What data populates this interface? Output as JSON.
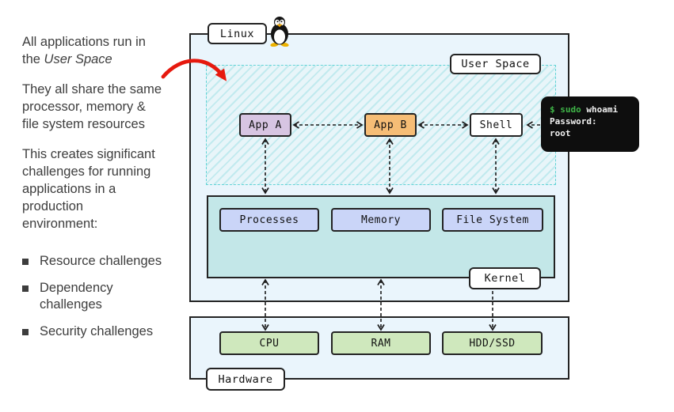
{
  "left_panel": {
    "para1": {
      "line1": "All applications run in",
      "line2_prefix": "the ",
      "line2_italic": "User Space"
    },
    "para2": "They all share the same\nprocessor, memory &\nfile system resources",
    "para3": "This creates significant\nchallenges for running\napplications in a\nproduction\nenvironment:",
    "bullets": [
      "Resource challenges",
      "Dependency\nchallenges",
      "Security challenges"
    ]
  },
  "diagram": {
    "linux_label": "Linux",
    "user_space_label": "User Space",
    "kernel_label": "Kernel",
    "hardware_label": "Hardware",
    "user_space_nodes": {
      "app_a": "App A",
      "app_b": "App B",
      "shell": "Shell"
    },
    "kernel_nodes": [
      "Processes",
      "Memory",
      "File System"
    ],
    "hardware_nodes": [
      "CPU",
      "RAM",
      "HDD/SSD"
    ],
    "terminal": {
      "prompt": "$ sudo",
      "command": " whoami",
      "line2": "Password:",
      "line3": "root"
    }
  },
  "colors": {
    "panel_fill": "#eaf5fc",
    "userspace_hatch": "#68d1d6",
    "kernel_fill": "#c3e7e8",
    "kernel_node_fill": "#cad5f8",
    "hardware_node_fill": "#cfe8bd",
    "app_a_fill": "#d7c5e2",
    "app_b_fill": "#f6bd76",
    "shell_fill": "#ffffff",
    "terminal_bg": "#0e0e0e",
    "terminal_green": "#3fb548",
    "annotation_red": "#e6190e",
    "border_dark": "#232323"
  }
}
